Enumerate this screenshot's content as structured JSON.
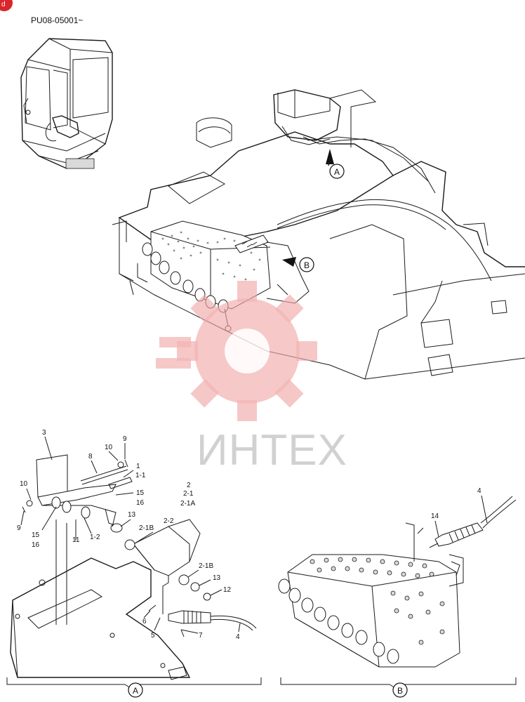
{
  "header": {
    "model_code": "PU08-05001~",
    "corner_badge": "d"
  },
  "watermark": {
    "brand": "ИНТЕХ",
    "gear_color": "#f2a9a9",
    "text_color": "#c9c9c9"
  },
  "views": {
    "main": {
      "callout_a": "A",
      "callout_b": "B"
    },
    "detail_a": {
      "caption": "A",
      "labels": {
        "p3": "3",
        "p8": "8",
        "p10_top": "10",
        "p9_top": "9",
        "p1": "1",
        "p1_1": "1-1",
        "p10_left": "10",
        "p9_left": "9",
        "p15_right": "15",
        "p16_right": "16",
        "p15_left": "15",
        "p16_left": "16",
        "p11": "11",
        "p1_2": "1-2",
        "p13_top": "13",
        "p2": "2",
        "p2_1": "2-1",
        "p2_1a": "2-1A",
        "p2_1b_top": "2-1B",
        "p2_2": "2-2",
        "p2_1b_bottom": "2-1B",
        "p13_bottom": "13",
        "p12": "12",
        "p6": "6",
        "p5": "5",
        "p7": "7",
        "p4": "4"
      }
    },
    "detail_b": {
      "caption": "B",
      "labels": {
        "p4": "4",
        "p14": "14"
      }
    }
  }
}
